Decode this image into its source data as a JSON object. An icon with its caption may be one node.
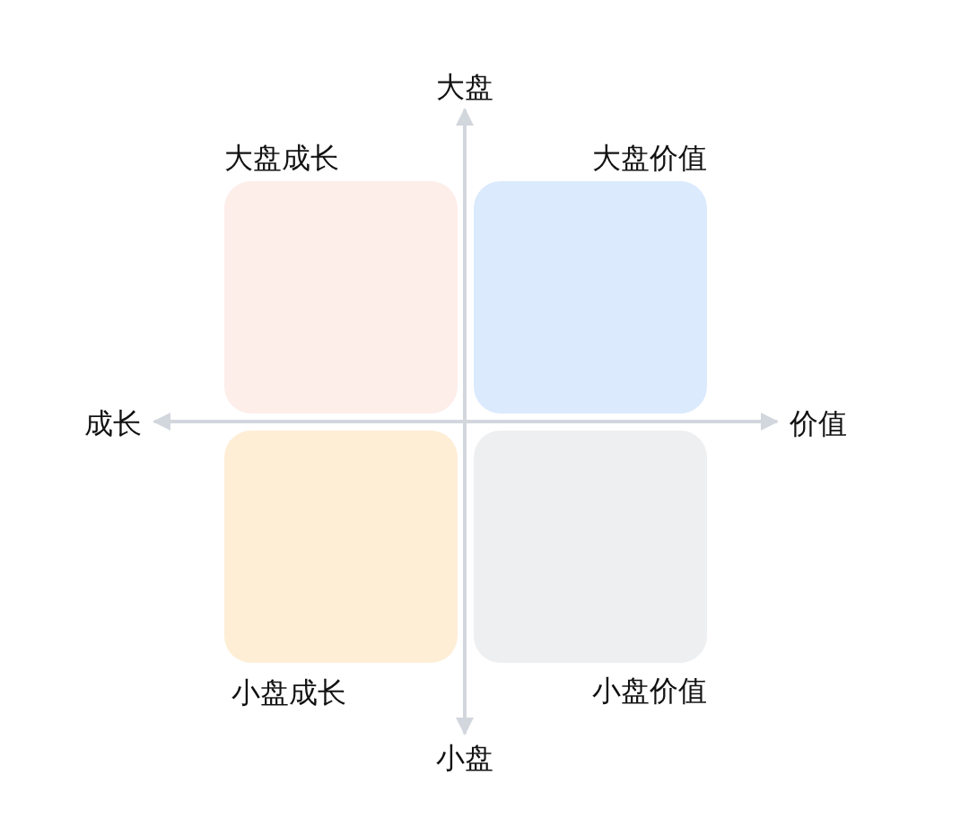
{
  "diagram": {
    "nodes": [
      {
        "text": [
          "大盘成长"
        ]
      },
      {
        "text": [
          "大盘价值"
        ]
      },
      {
        "text": [
          "小盘成长"
        ]
      },
      {
        "text": [
          "小盘价值"
        ]
      }
    ],
    "labels": [
      "大盘",
      "成长",
      "价值",
      "小盘"
    ]
  }
}
